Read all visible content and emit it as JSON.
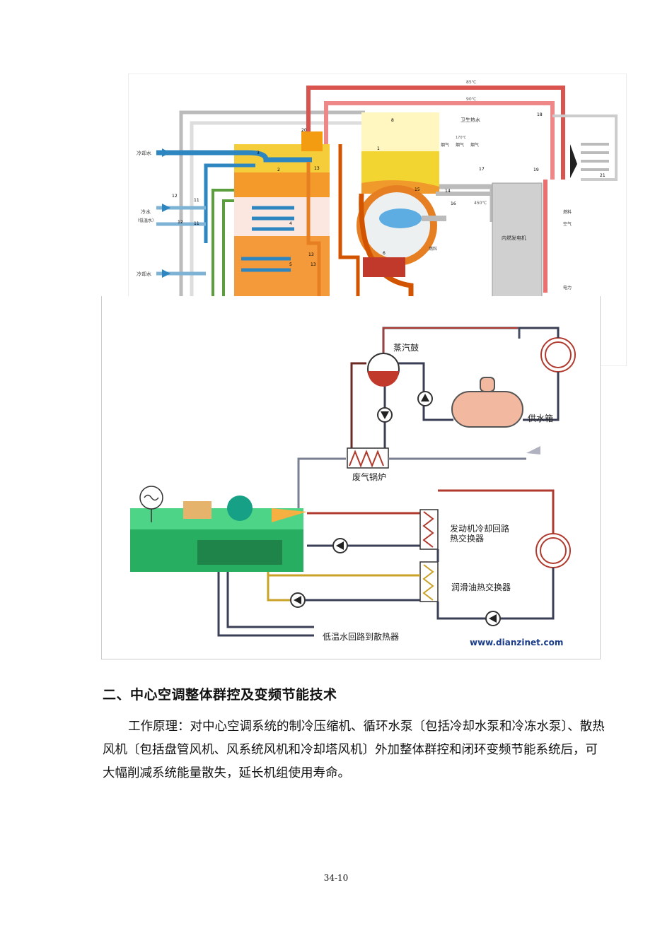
{
  "figure1": {
    "labels": {
      "cooling_water_out": "冷却水",
      "cold_water": "冷水",
      "cold_water_sub": "（低温水）",
      "cooling_water_in": "冷却水",
      "temp_85": "85℃",
      "temp_90": "90℃",
      "hot_water": "卫生热水",
      "temp_170": "170℃",
      "flue1": "烟气",
      "flue2": "烟气",
      "flue3": "烟气",
      "temp_450": "450℃",
      "fuel_burner": "燃料",
      "engine": "内燃发电机",
      "fuel_engine": "燃料",
      "air": "空气",
      "power": "电力",
      "n1": "1",
      "n2": "2",
      "n3": "3",
      "n4": "4",
      "n5": "5",
      "n6": "6",
      "n8": "8",
      "n11a": "11",
      "n11b": "11",
      "n12a": "12",
      "n12b": "12",
      "n13a": "13",
      "n13b": "13",
      "n13c": "13",
      "n14": "14",
      "n15": "15",
      "n16": "16",
      "n17": "17",
      "n18": "18",
      "n19": "19",
      "n20": "20",
      "n21": "21"
    }
  },
  "figure2": {
    "labels": {
      "steam_drum": "蒸汽鼓",
      "supply_tank": "供水箱",
      "waste_boiler": "废气锅炉",
      "engine_hx_line1": "发动机冷却回路",
      "engine_hx_line2": "热交换器",
      "oil_hx": "润滑油热交换器",
      "low_temp": "低温水回路到散热器",
      "watermark": "www.dianzinet.com"
    }
  },
  "section": {
    "heading": "二、中心空调整体群控及变频节能技术",
    "paragraph": "工作原理：对中心空调系统的制冷压缩机、循环水泵〔包括冷却水泵和冷冻水泵〕、散热风机〔包括盘管风机、风系统风机和冷却塔风机〕外加整体群控和闭环变频节能系统后，可大幅削减系统能量散失，延长机组使用寿命。"
  },
  "page_number": "34-10"
}
